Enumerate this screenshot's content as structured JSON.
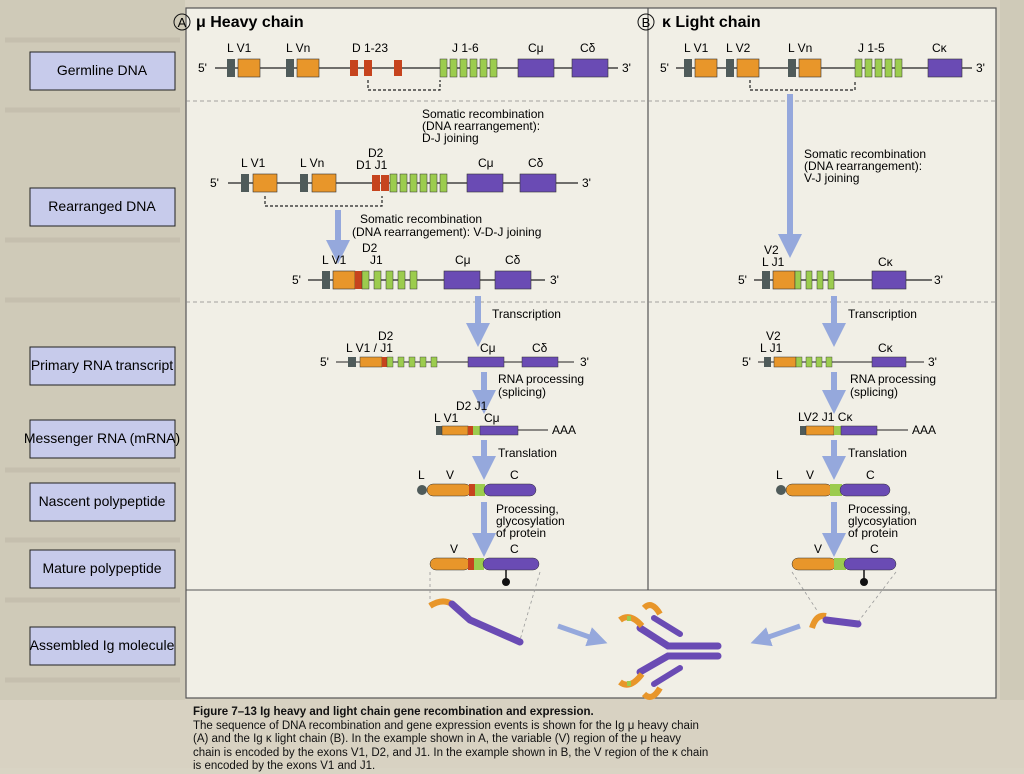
{
  "figure": {
    "panels": {
      "a": {
        "letter": "A",
        "title": "μ Heavy chain"
      },
      "b": {
        "letter": "B",
        "title": "κ Light chain"
      }
    },
    "stages": {
      "germline": "Germline DNA",
      "rearranged": "Rearranged DNA",
      "primary": "Primary RNA transcript",
      "mrna": "Messenger RNA (mRNA)",
      "nascent": "Nascent polypeptide",
      "mature": "Mature polypeptide",
      "assembled": "Assembled Ig molecule"
    },
    "heavy": {
      "germline_labels": {
        "lv1": "L V1",
        "lvn": "L Vn",
        "d": "D 1-23",
        "j": "J 1-6",
        "cmu": "Cμ",
        "cdelta": "Cδ"
      },
      "step_dj": [
        "Somatic recombination",
        "(DNA rearrangement):",
        "D-J joining"
      ],
      "dj_labels": {
        "lv1": "L V1",
        "lvn": "L Vn",
        "d2": "D2",
        "d1j1": "D1 J1",
        "cmu": "Cμ",
        "cdelta": "Cδ"
      },
      "step_vdj": [
        "Somatic recombination",
        "(DNA rearrangement): V-D-J joining"
      ],
      "vdj_labels": {
        "lv1": "L V1",
        "d2": "D2",
        "j1": "J1",
        "cmu": "Cμ",
        "cdelta": "Cδ"
      },
      "transcription": "Transcription",
      "primary_labels": {
        "d2": "D2",
        "lv1j1": "L V1 / J1",
        "cmu": "Cμ",
        "cdelta": "Cδ"
      },
      "splicing": [
        "RNA processing",
        "(splicing)"
      ],
      "mrna_labels": {
        "d2j1": "D2 J1",
        "lv1": "L V1",
        "cmu": "Cμ",
        "aaa": "AAA"
      },
      "translation": "Translation",
      "nascent_labels": {
        "l": "L",
        "v": "V",
        "c": "C"
      },
      "processing": [
        "Processing,",
        "glycosylation",
        "of protein"
      ],
      "mature_labels": {
        "v": "V",
        "c": "C"
      }
    },
    "light": {
      "germline_labels": {
        "lv1": "L V1",
        "lv2": "L V2",
        "lvn": "L Vn",
        "j": "J 1-5",
        "ckappa": "Cκ"
      },
      "step_vj": [
        "Somatic recombination",
        "(DNA rearrangement):",
        "V-J joining"
      ],
      "vj_labels": {
        "v2": "V2",
        "lj1": "L J1",
        "ckappa": "Cκ"
      },
      "transcription": "Transcription",
      "primary_labels": {
        "v2": "V2",
        "lj1": "L J1",
        "ckappa": "Cκ"
      },
      "splicing": [
        "RNA processing",
        "(splicing)"
      ],
      "mrna_labels": {
        "lv2j1": "LV2 J1 Cκ",
        "aaa": "AAA"
      },
      "translation": "Translation",
      "nascent_labels": {
        "l": "L",
        "v": "V",
        "c": "C"
      },
      "processing": [
        "Processing,",
        "glycosylation",
        "of protein"
      ],
      "mature_labels": {
        "v": "V",
        "c": "C"
      }
    },
    "ends": {
      "five": "5'",
      "three": "3'"
    },
    "colors": {
      "v_exon": "#e8962a",
      "d_exon": "#c6441e",
      "j_exon": "#9ccc4e",
      "c_exon": "#6a4bb4",
      "leader": "#4f5b5a",
      "arrow": "#95a8dc",
      "stage_box": "#c7cbeb",
      "frame_bg": "#f1efe6"
    }
  },
  "caption": {
    "title": "Figure 7–13   Ig heavy and light chain gene recombination and expression.",
    "lines": [
      "The sequence of DNA recombination and gene expression events is shown for the Ig μ heavy chain",
      "(A) and the Ig κ light chain (B). In the example shown in A, the variable (V) region of the μ heavy",
      "chain is encoded by the exons V1, D2, and J1. In the example shown in B, the V region of the κ chain",
      "is encoded by the exons V1 and J1."
    ]
  }
}
